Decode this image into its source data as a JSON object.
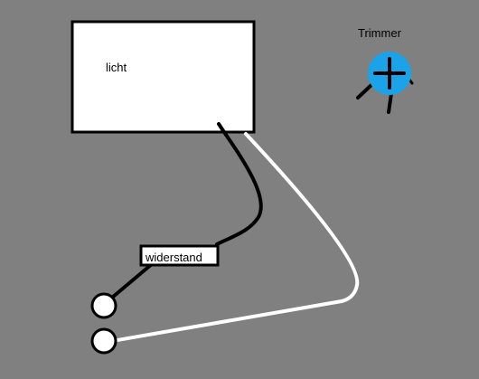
{
  "diagram": {
    "background_color": "#808080",
    "light": {
      "label": "licht",
      "fill": "#ffffff"
    },
    "resistor": {
      "label": "widerstand",
      "fill": "#ffffff"
    },
    "trimmer": {
      "label": "Trimmer",
      "icon": "plus-icon",
      "fill": "#1aa3e8"
    },
    "wires": {
      "black": "#000000",
      "white": "#ffffff"
    },
    "terminals": [
      "terminal-top",
      "terminal-bottom"
    ]
  }
}
